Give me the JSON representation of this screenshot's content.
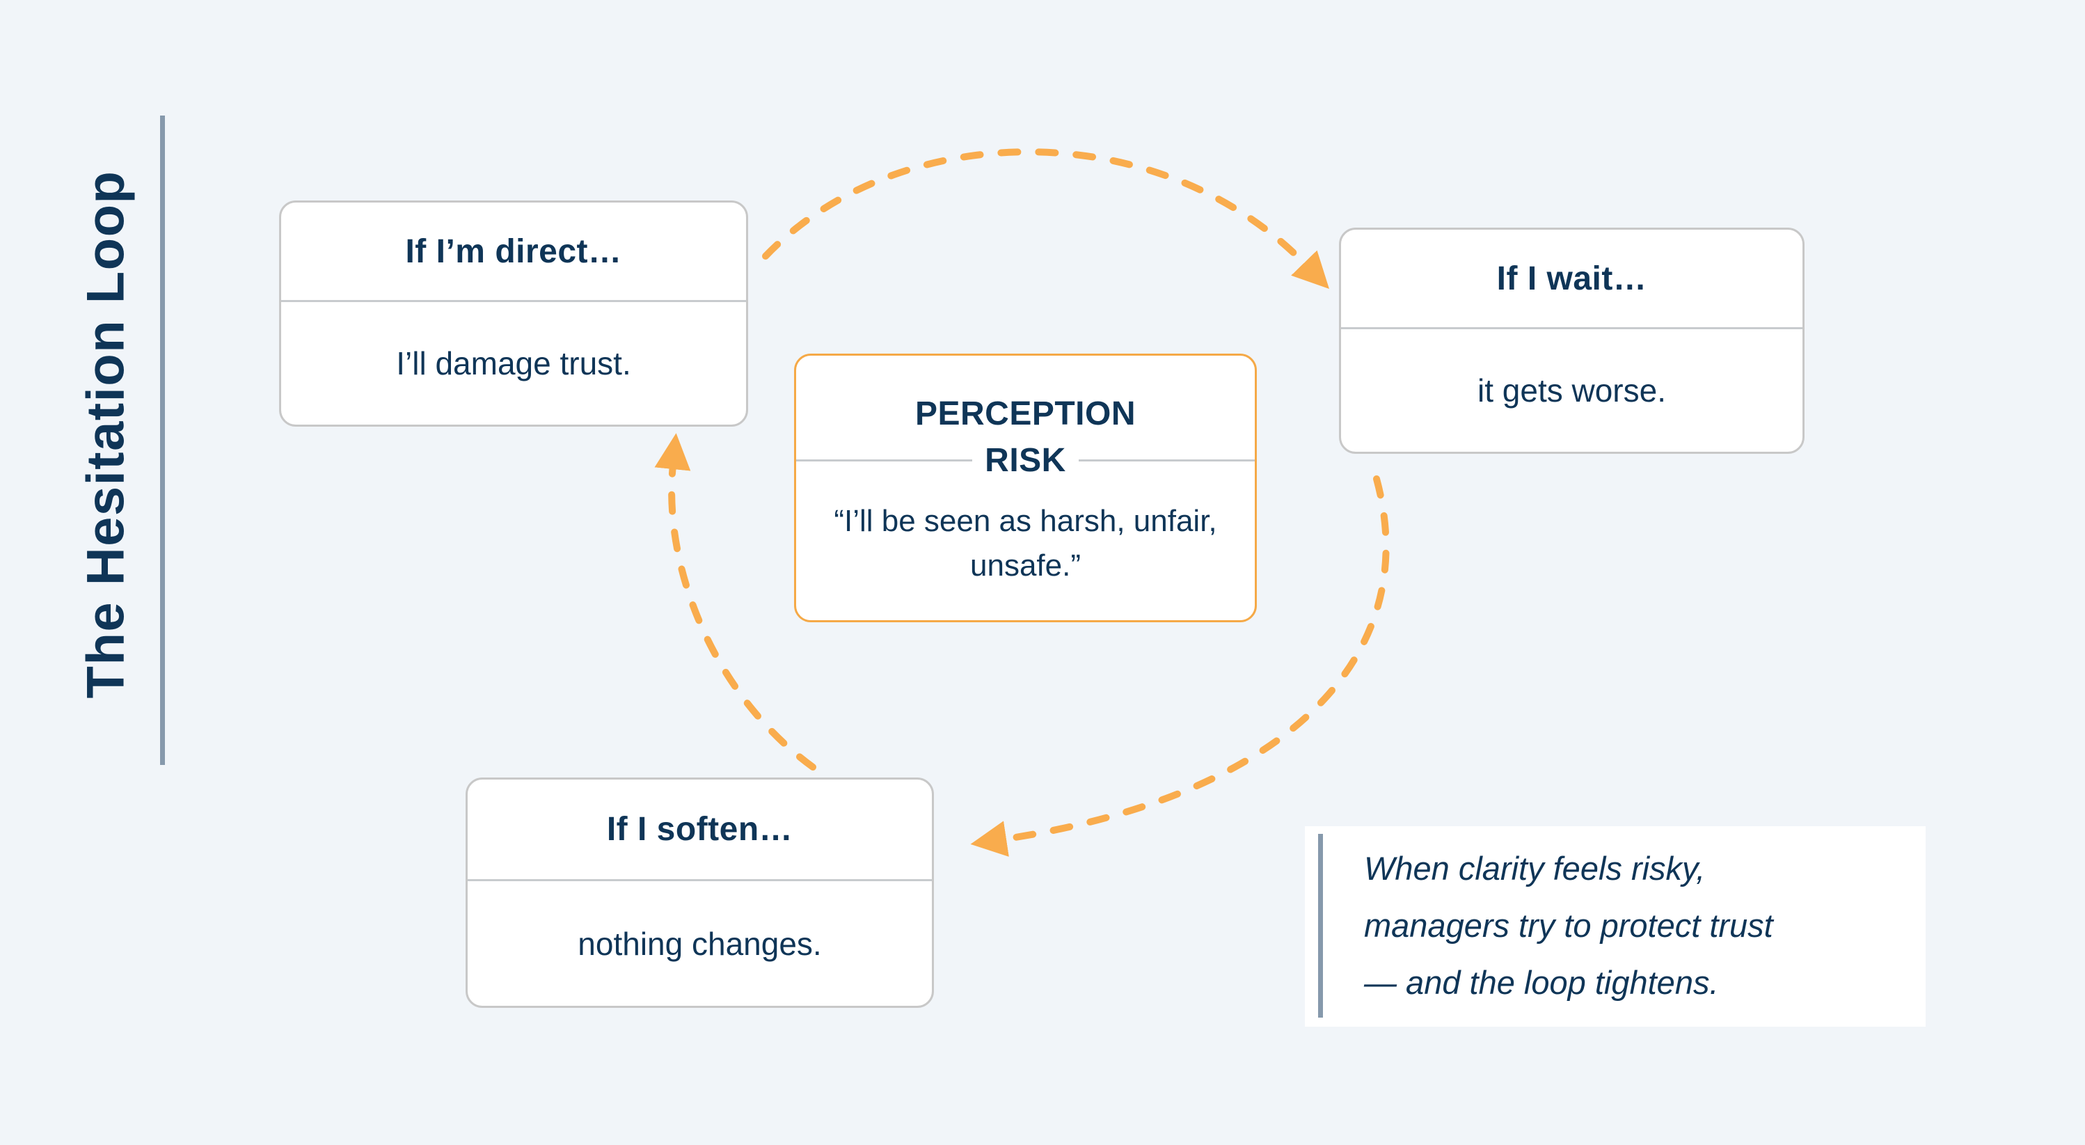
{
  "page": {
    "background": "#F1F5F9"
  },
  "sidebar_title": {
    "text": "The Hesitation Loop"
  },
  "loop_boxes": [
    {
      "title": "If I’m direct…",
      "body": "I’ll damage trust."
    },
    {
      "title": "If I wait…",
      "body": "it gets worse."
    },
    {
      "title": "If I soften…",
      "body": "nothing changes."
    }
  ],
  "center_box": {
    "title_line1": "PERCEPTION",
    "title_line2": "RISK",
    "quote_line1": "“I’ll be seen as harsh,",
    "quote_line2": "unfair, unsafe.”"
  },
  "caption": {
    "lines": [
      "When clarity feels risky,",
      "managers try to protect trust",
      "— and the loop tightens."
    ]
  },
  "colors": {
    "navy": "#0F3557",
    "arrow_orange": "#F9AC4D",
    "center_border": "#F5A947",
    "card_border": "#C8C8C8",
    "divider": "#C8CBCE",
    "rule": "#8699AC",
    "background": "#F1F5F9"
  }
}
